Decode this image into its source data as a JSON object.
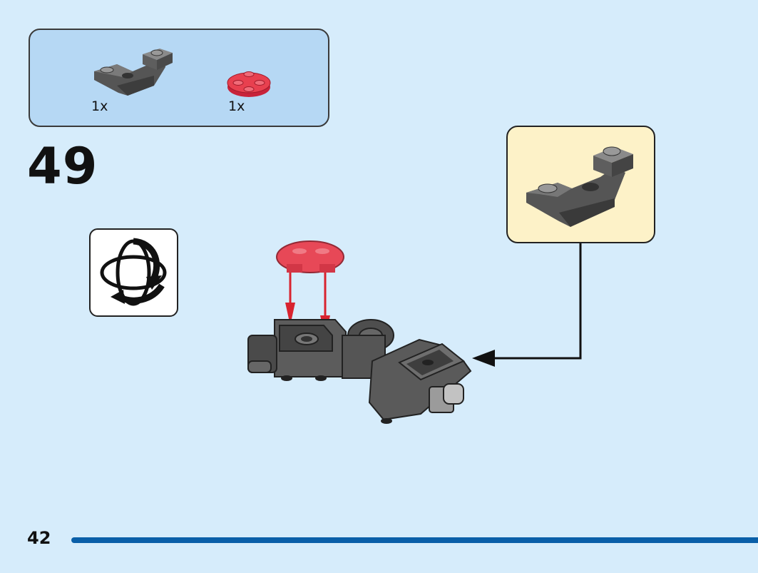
{
  "step": {
    "number": "49"
  },
  "parts": [
    {
      "name": "inverted-slope-plate",
      "quantity": "1x",
      "color": "#6b6b6b"
    },
    {
      "name": "round-plate-trans-red",
      "quantity": "1x",
      "color": "#e8404f"
    }
  ],
  "page": {
    "number": "42"
  },
  "colors": {
    "background": "#d6ecfb",
    "parts_box": "#b6d8f4",
    "callout": "#fdf2c8",
    "accent_bar": "#0a5fa8",
    "arrow_red": "#d8232f",
    "brick_dark": "#555555"
  },
  "icons": {
    "rotate": "rotate-model-icon"
  }
}
